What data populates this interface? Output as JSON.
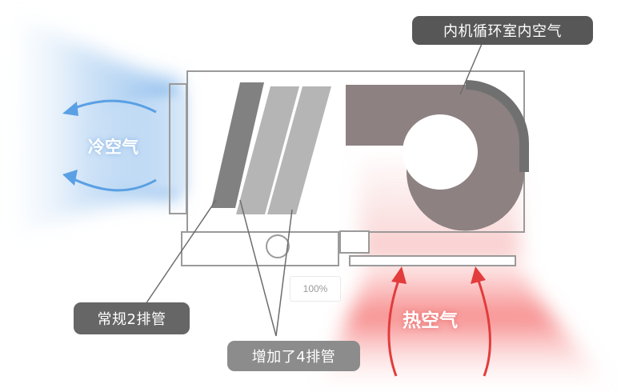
{
  "labels": {
    "indoor_air": "内机循环室内空气",
    "standard_rows": "常规2排管",
    "added_rows": "增加了4排管",
    "cold_air": "冷空气",
    "hot_air": "热空气"
  },
  "zoom": "100%",
  "colors": {
    "cold_air": "#6fa8e6",
    "hot_air": "#f25555",
    "fan": "#6e6e6e",
    "coil_standard": "#6b6b6b",
    "coil_added": "#b5b5b5",
    "outline": "#9a9a9a",
    "label_dark": "#575757",
    "label_mid": "#666666",
    "label_light": "#8c8c8c"
  }
}
